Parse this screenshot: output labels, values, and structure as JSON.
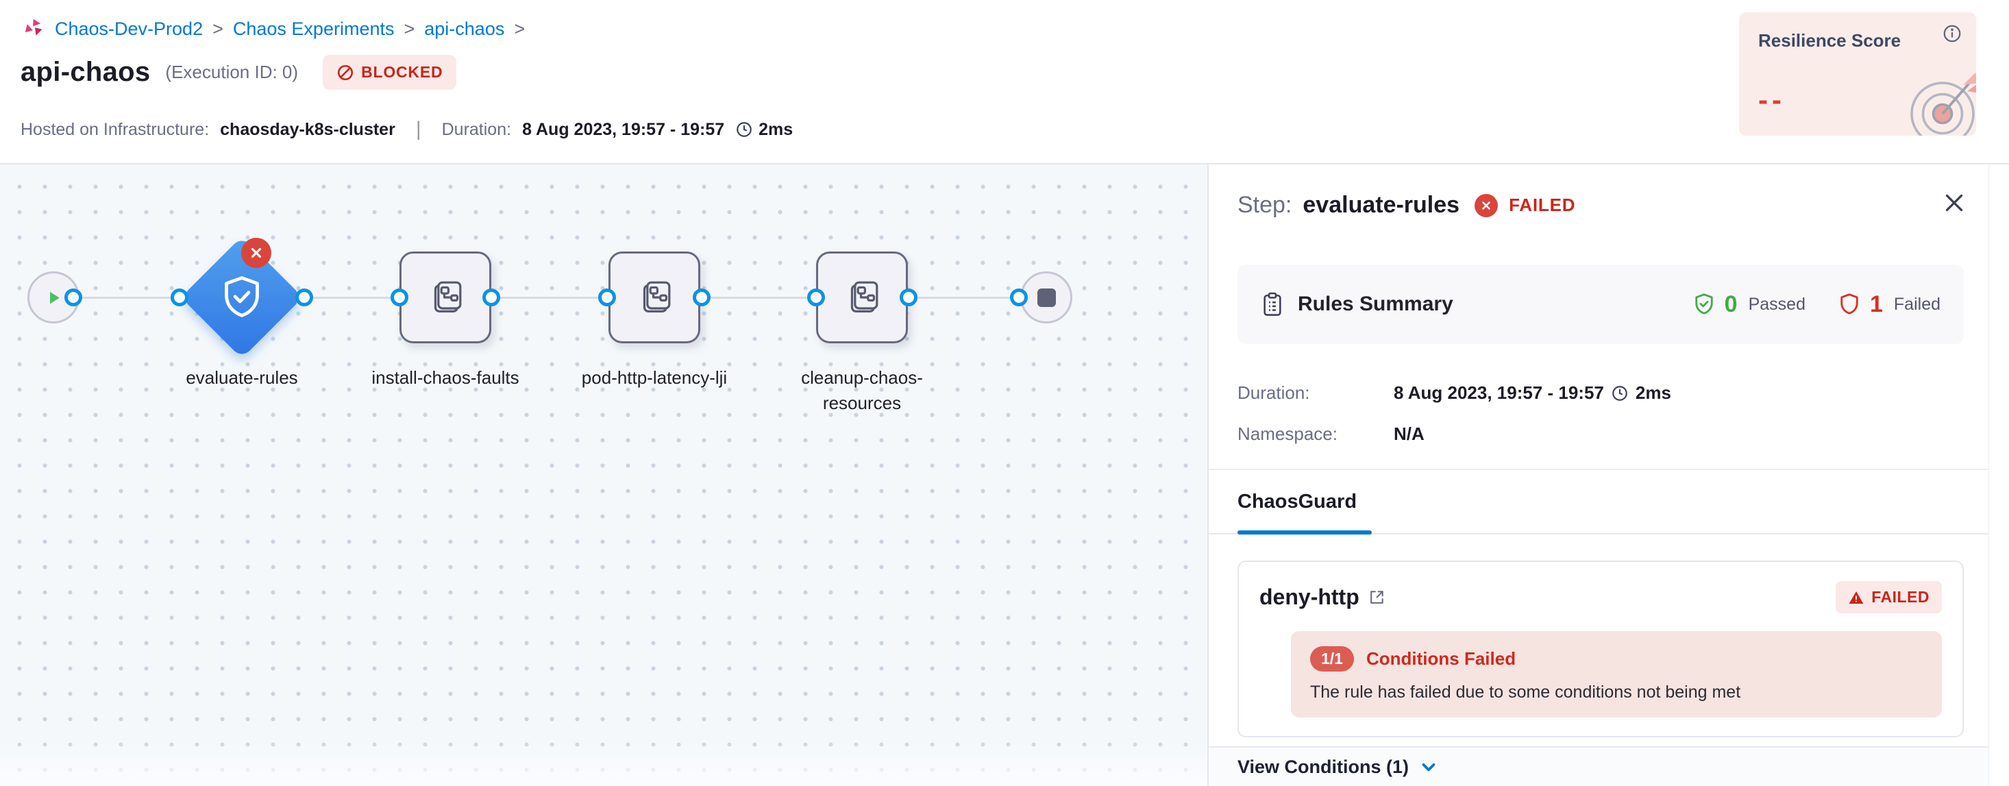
{
  "colors": {
    "accent": "#0278D5",
    "failed_red": "#CF2318",
    "passed_green": "#42AB45",
    "blocked_red": "#C9251C",
    "diamond_blue": "#2E77E6"
  },
  "breadcrumb": {
    "separator": ">",
    "items": [
      {
        "label": "Chaos-Dev-Prod2"
      },
      {
        "label": "Chaos Experiments"
      },
      {
        "label": "api-chaos"
      }
    ]
  },
  "header": {
    "title": "api-chaos",
    "execution_id": "(Execution ID: 0)",
    "status": "BLOCKED",
    "infra_label": "Hosted on Infrastructure:",
    "infra_value": "chaosday-k8s-cluster",
    "duration_label": "Duration:",
    "duration_value": "8 Aug 2023, 19:57 - 19:57",
    "elapsed": "2ms"
  },
  "resilience_card": {
    "title": "Resilience Score",
    "value": "--"
  },
  "pipeline": {
    "nodes": [
      {
        "label": "evaluate-rules",
        "status": "failed"
      },
      {
        "label": "install-chaos-faults"
      },
      {
        "label": "pod-http-latency-lji"
      },
      {
        "label": "cleanup-chaos-resources"
      }
    ]
  },
  "panel": {
    "step_label": "Step:",
    "step_name": "evaluate-rules",
    "step_status": "FAILED",
    "rules_summary": {
      "title": "Rules Summary",
      "passed_count": "0",
      "passed_label": "Passed",
      "failed_count": "1",
      "failed_label": "Failed"
    },
    "duration": {
      "label": "Duration:",
      "value": "8 Aug 2023, 19:57 - 19:57",
      "elapsed": "2ms"
    },
    "namespace": {
      "label": "Namespace:",
      "value": "N/A"
    },
    "tabs": [
      {
        "label": "ChaosGuard"
      }
    ],
    "rule": {
      "name": "deny-http",
      "status": "FAILED",
      "conditions_count": "1/1",
      "conditions_title": "Conditions Failed",
      "conditions_message": "The rule has failed due to some conditions not being met"
    },
    "footer": {
      "view_conditions": "View Conditions (1)"
    }
  }
}
